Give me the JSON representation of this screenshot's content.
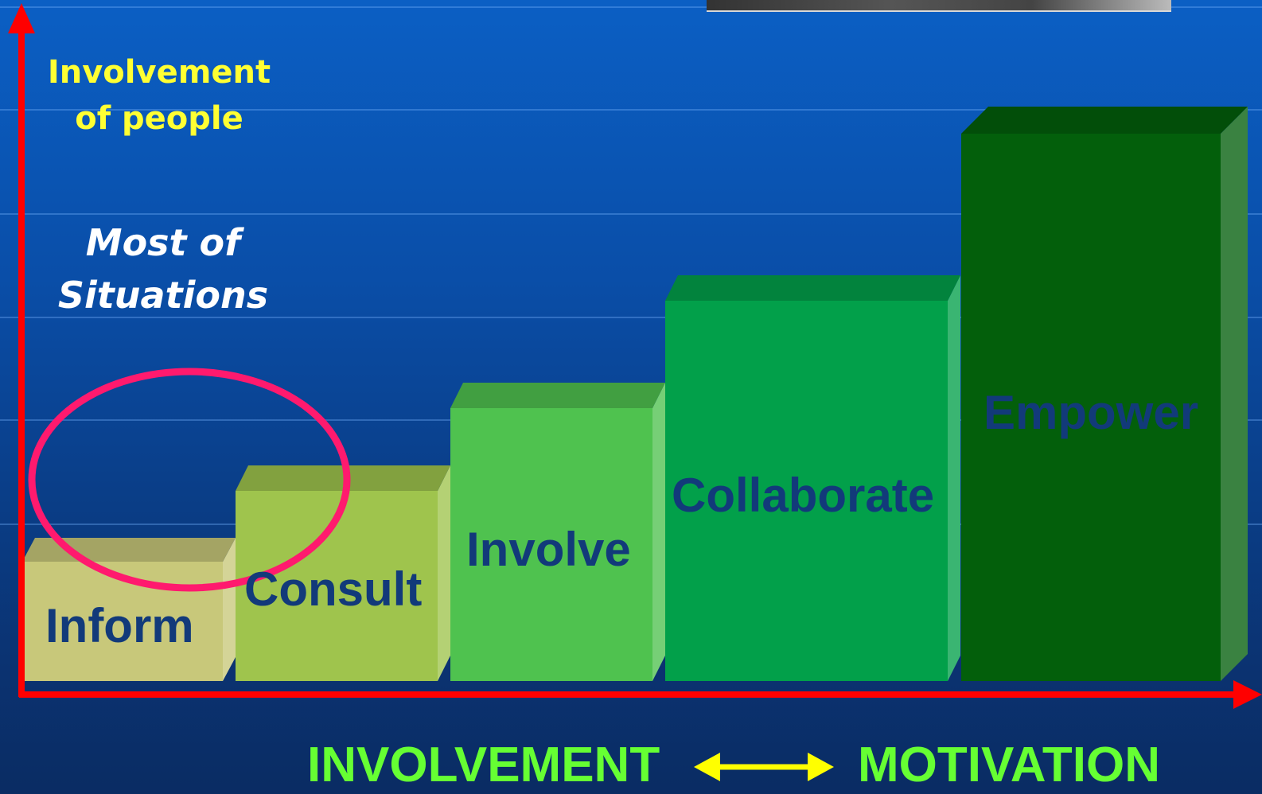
{
  "diagram": {
    "y_axis_label_line1": "Involvement",
    "y_axis_label_line2": "of people",
    "callout_line1": "Most of",
    "callout_line2": "Situations",
    "steps": [
      {
        "label": "Inform",
        "level": 1,
        "color": "#c8c87a",
        "label_color": "#123a7a"
      },
      {
        "label": "Consult",
        "level": 2,
        "color": "#9fc44d",
        "label_color": "#123a7a"
      },
      {
        "label": "Involve",
        "level": 3,
        "color": "#4fc24f",
        "label_color": "#123a7a"
      },
      {
        "label": "Collaborate",
        "level": 4,
        "color": "#02a04a",
        "label_color": "#123a7a"
      },
      {
        "label": "Empower",
        "level": 5,
        "color": "#035f0b",
        "label_color": "#ffffff"
      }
    ],
    "bottom_left_label": "INVOLVEMENT",
    "bottom_right_label": "MOTIVATION",
    "colors": {
      "axis": "#ff0000",
      "highlight_ellipse": "#ff1a6e",
      "bottom_arrow": "#ffff00",
      "bottom_text": "#66ff33",
      "axis_label_text": "#ffff33"
    }
  }
}
